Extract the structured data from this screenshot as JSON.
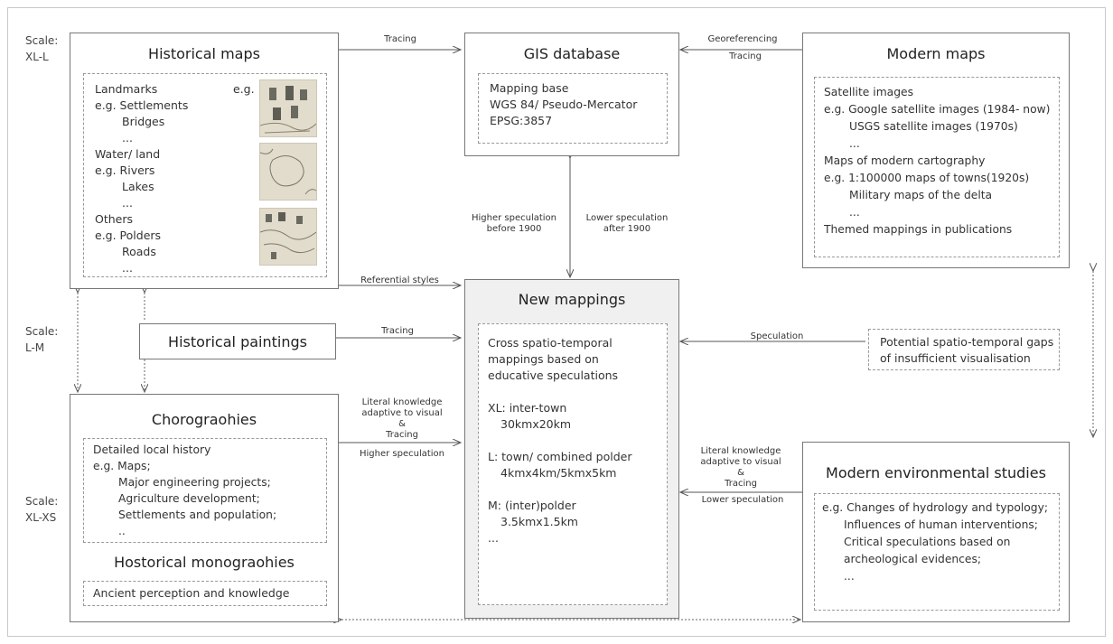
{
  "scales": {
    "xl_l": [
      "Scale:",
      "XL-L"
    ],
    "l_m": [
      "Scale:",
      "L-M"
    ],
    "xl_xs": [
      "Scale:",
      "XL-XS"
    ]
  },
  "historical_maps": {
    "title": "Historical maps",
    "eg": "e.g.",
    "groups": [
      {
        "lines": [
          "Landmarks",
          "e.g. Settlements",
          "Bridges",
          "..."
        ]
      },
      {
        "lines": [
          "Water/ land",
          "e.g. Rivers",
          "Lakes",
          "..."
        ]
      },
      {
        "lines": [
          "Others",
          "e.g. Polders",
          "Roads",
          "..."
        ]
      }
    ]
  },
  "gis": {
    "title": "GIS database",
    "lines": [
      "Mapping base",
      "WGS 84/ Pseudo-Mercator",
      "EPSG:3857"
    ]
  },
  "modern_maps": {
    "title": "Modern maps",
    "lines": [
      "Satellite images",
      "e.g. Google satellite images (1984- now)",
      "USGS satellite images (1970s)",
      "...",
      "Maps of modern cartography",
      "e.g. 1:100000 maps of towns(1920s)",
      "Military maps of the delta",
      "...",
      "Themed mappings in publications"
    ]
  },
  "historical_paintings": {
    "title": "Historical paintings"
  },
  "new_mappings": {
    "title": "New mappings",
    "lines": [
      "Cross spatio-temporal",
      "mappings based on",
      "educative speculations",
      "",
      "XL: inter-town",
      "30kmx20km",
      "",
      "L: town/ combined polder",
      "4kmx4km/5kmx5km",
      "",
      "M: (inter)polder",
      "3.5kmx1.5km",
      "..."
    ]
  },
  "gaps": {
    "lines": [
      "Potential spatio-temporal gaps",
      "of insufficient visualisation"
    ]
  },
  "chorographies": {
    "title": "Chorograohies",
    "lines": [
      "Detailed local history",
      "e.g. Maps;",
      "Major engineering projects;",
      "Agriculture development;",
      "Settlements and population;",
      ".."
    ],
    "sub_title": "Hostorical monograohies",
    "sub_lines": [
      "Ancient perception and knowledge"
    ]
  },
  "modern_env": {
    "title": "Modern environmental studies",
    "lines": [
      "e.g. Changes of hydrology and typology;",
      "Influences of human interventions;",
      "Critical speculations based on",
      "archeological evidences;",
      "..."
    ]
  },
  "arrow_labels": {
    "tracing_top": "Tracing",
    "georef": "Georeferencing",
    "tracing_right": "Tracing",
    "higher_spec": "Higher speculation",
    "before_1900": "before 1900",
    "lower_spec": "Lower speculation",
    "after_1900": "after 1900",
    "referential": "Referential styles",
    "tracing_paint": "Tracing",
    "speculation": "Speculation",
    "lit_left": [
      "Literal knowledge",
      "adaptive to visual",
      "&",
      "Tracing"
    ],
    "higher_spec_left": "Higher speculation",
    "lit_right": [
      "Literal knowledge",
      "adaptive to visual",
      "&",
      "Tracing"
    ],
    "lower_spec_right": "Lower speculation"
  }
}
